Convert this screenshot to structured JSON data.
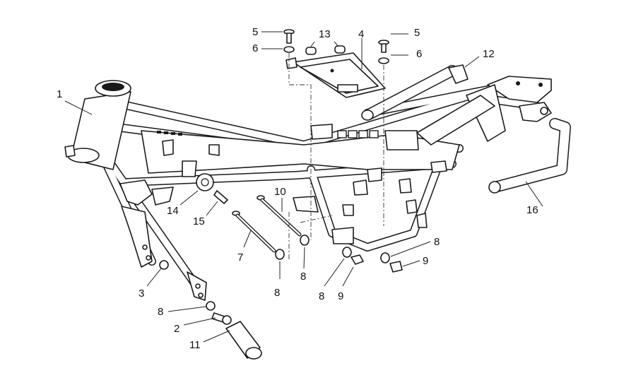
{
  "diagram": {
    "callouts": [
      {
        "id": "c1",
        "text": "1"
      },
      {
        "id": "c2",
        "text": "2"
      },
      {
        "id": "c3",
        "text": "3"
      },
      {
        "id": "c4",
        "text": "4"
      },
      {
        "id": "c5a",
        "text": "5"
      },
      {
        "id": "c5b",
        "text": "5"
      },
      {
        "id": "c6a",
        "text": "6"
      },
      {
        "id": "c6b",
        "text": "6"
      },
      {
        "id": "c7",
        "text": "7"
      },
      {
        "id": "c8a",
        "text": "8"
      },
      {
        "id": "c8b",
        "text": "8"
      },
      {
        "id": "c8c",
        "text": "8"
      },
      {
        "id": "c8d",
        "text": "8"
      },
      {
        "id": "c8e",
        "text": "8"
      },
      {
        "id": "c9a",
        "text": "9"
      },
      {
        "id": "c9b",
        "text": "9"
      },
      {
        "id": "c10",
        "text": "10"
      },
      {
        "id": "c11",
        "text": "11"
      },
      {
        "id": "c12",
        "text": "12"
      },
      {
        "id": "c13",
        "text": "13"
      },
      {
        "id": "c14",
        "text": "14"
      },
      {
        "id": "c15",
        "text": "15"
      },
      {
        "id": "c16",
        "text": "16"
      }
    ]
  }
}
